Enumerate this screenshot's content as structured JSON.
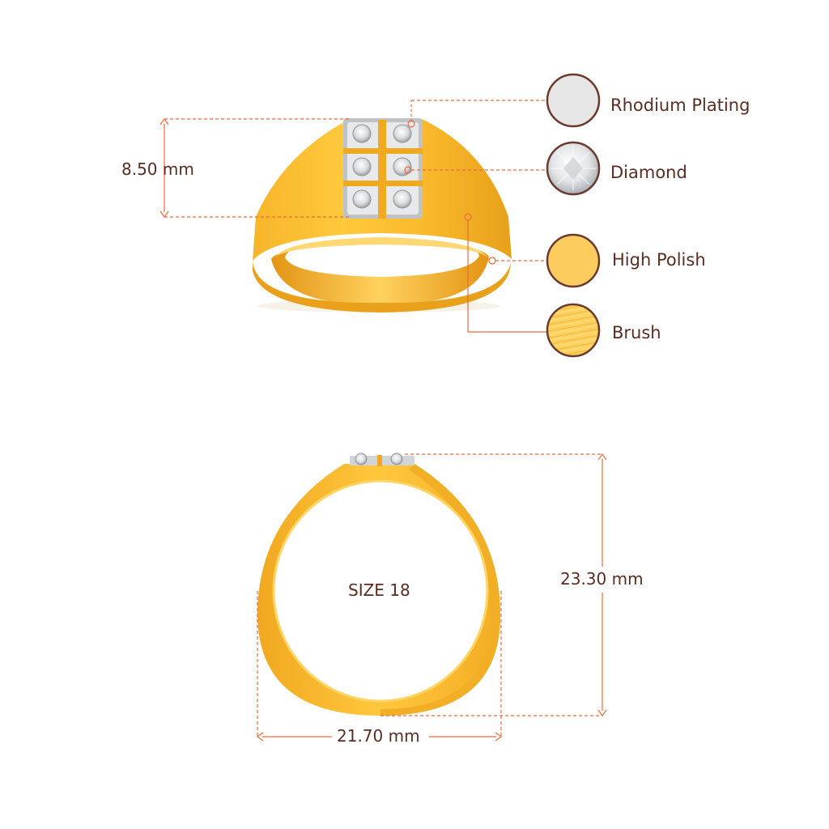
{
  "dimensions": {
    "height": "8.50 mm",
    "outer_height": "23.30 mm",
    "outer_width": "21.70 mm"
  },
  "ring_size": "SIZE 18",
  "legend": [
    {
      "label": "Rhodium Plating",
      "icon": "rhodium-swatch-icon"
    },
    {
      "label": "Diamond",
      "icon": "diamond-swatch-icon"
    },
    {
      "label": "High Polish",
      "icon": "high-polish-swatch-icon"
    },
    {
      "label": "Brush",
      "icon": "brush-swatch-icon"
    }
  ],
  "colors": {
    "gold": "#f7b52a",
    "gold_dark": "#e59a12",
    "gold_light": "#ffd056",
    "guide": "#ec6b3b",
    "text": "#5a2d22",
    "swatch_border": "#6b3a2e"
  }
}
